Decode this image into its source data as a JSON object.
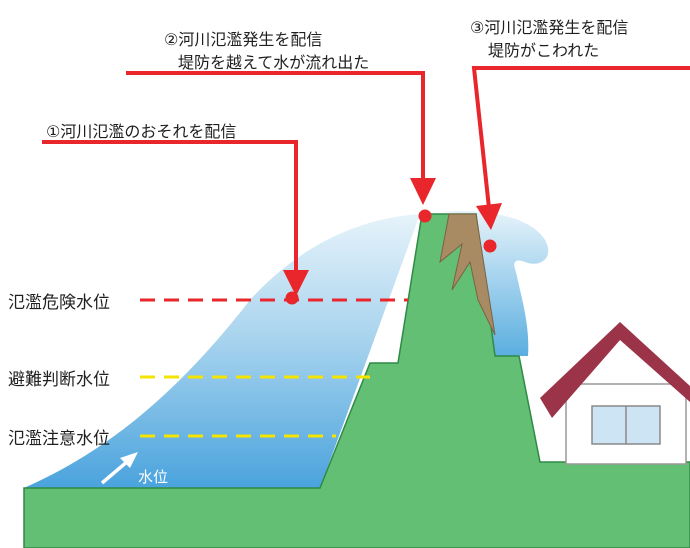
{
  "callouts": {
    "first": {
      "text": "①河川氾濫のおそれを配信"
    },
    "second": {
      "line1": "②河川氾濫発生を配信",
      "line2": "堤防を越えて水が流れ出た"
    },
    "third": {
      "line1": "③河川氾濫発生を配信",
      "line2": "堤防がこわれた"
    }
  },
  "levels": {
    "danger": {
      "label": "氾濫危険水位",
      "color": "#e8262b"
    },
    "evacuation": {
      "label": "避難判断水位",
      "color": "#f4e400"
    },
    "caution": {
      "label": "氾濫注意水位",
      "color": "#f4e400"
    }
  },
  "water_level_label": "水位",
  "colors": {
    "levee": "#63bf74",
    "water_top": "#e6f3fa",
    "water_bottom": "#4aa3dd",
    "breach": "#a98b63",
    "roof": "#9b3448",
    "callout_line": "#e8262b"
  }
}
